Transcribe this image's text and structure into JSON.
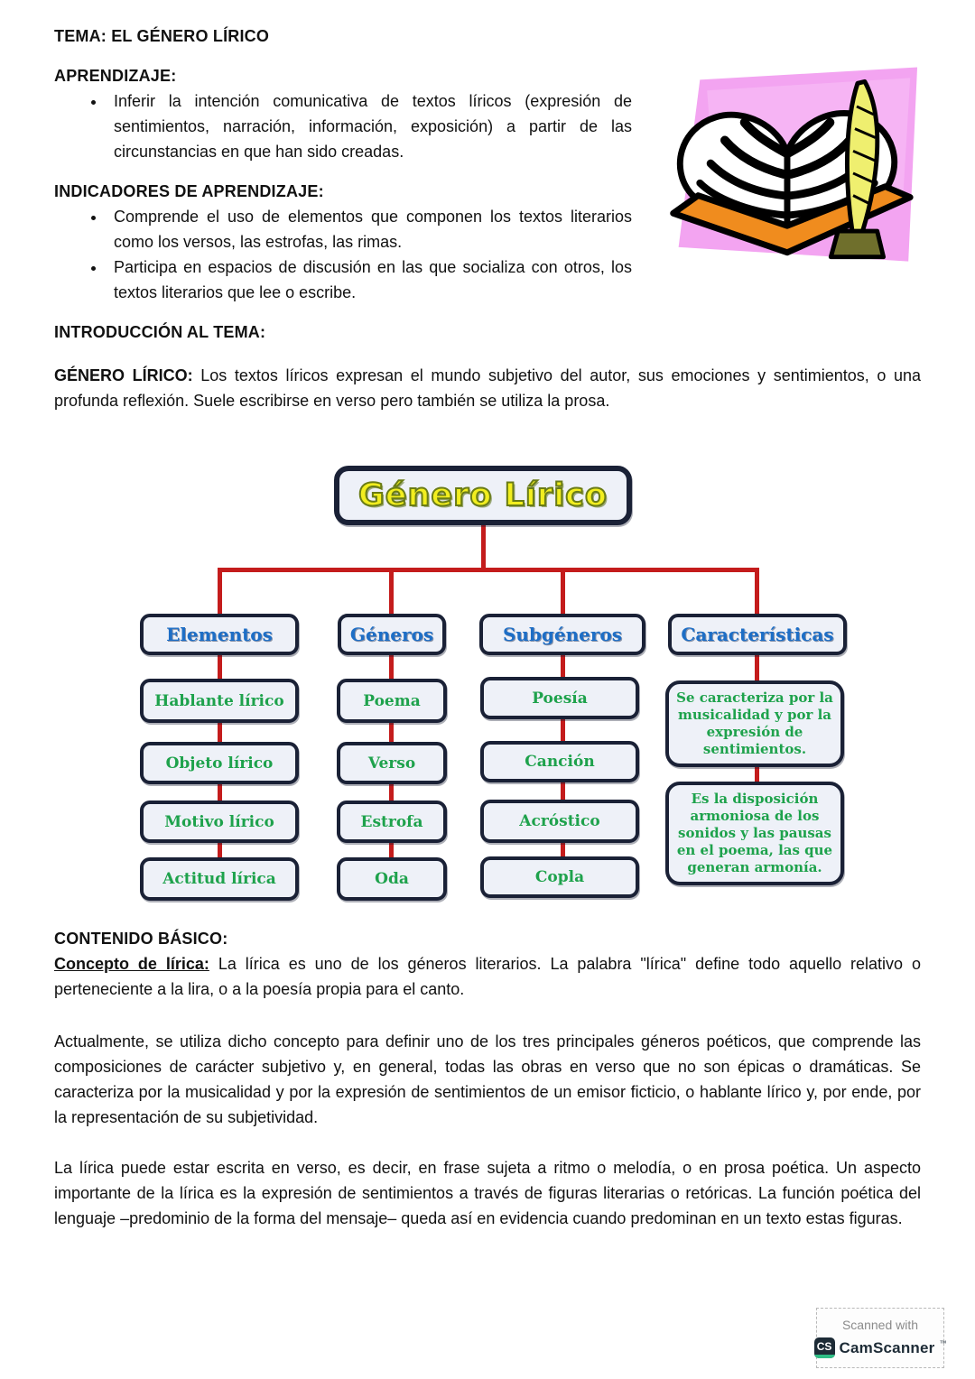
{
  "document": {
    "title": "TEMA: EL GÉNERO LÍRICO",
    "sections": {
      "aprendizaje": {
        "heading": "APRENDIZAJE:",
        "bullets": [
          "Inferir la intención comunicativa de textos líricos (expresión de sentimientos, narración, información, exposición) a partir de las circunstancias en que han sido creadas."
        ]
      },
      "indicadores": {
        "heading": "INDICADORES DE APRENDIZAJE:",
        "bullets": [
          "Comprende el uso de elementos que componen los textos literarios como los versos, las estrofas, las rimas.",
          "Participa en espacios de discusión en las que socializa con otros, los textos literarios que lee o escribe."
        ]
      },
      "introduccion": {
        "heading": "INTRODUCCIÓN AL TEMA:",
        "term": "GÉNERO LÍRICO:",
        "text": "Los textos líricos expresan el mundo subjetivo del autor, sus emociones y sentimientos, o una profunda reflexión. Suele escribirse en verso pero también se utiliza la prosa."
      },
      "contenido": {
        "heading": "CONTENIDO BÁSICO:",
        "concept_label": "Concepto de lírica:",
        "concept_text": "La lírica es uno de los géneros literarios.  La palabra \"lírica\" define todo aquello relativo o perteneciente a la lira, o a la poesía propia para el canto.",
        "paragraph2": "Actualmente, se utiliza dicho concepto para definir uno de los tres principales géneros poéticos, que comprende las composiciones de carácter subjetivo y, en general, todas las obras en verso que no son épicas o dramáticas. Se caracteriza por la musicalidad y por la expresión de sentimientos de un emisor ficticio, o hablante lírico y, por ende, por la representación de su subjetividad.",
        "paragraph3": "La lírica puede estar escrita en verso, es decir, en frase sujeta a ritmo o melodía, o en prosa poética. Un aspecto importante de la lírica es la expresión de sentimientos a través de figuras literarias o retóricas. La función poética del lenguaje –predominio de la forma del mensaje– queda así en evidencia cuando predominan en un texto estas figuras."
      }
    }
  },
  "diagram": {
    "root": "Género Lírico",
    "columns": [
      {
        "label": "Elementos",
        "items": [
          "Hablante lírico",
          "Objeto lírico",
          "Motivo lírico",
          "Actitud lírica"
        ]
      },
      {
        "label": "Géneros",
        "items": [
          "Poema",
          "Verso",
          "Estrofa",
          "Oda"
        ]
      },
      {
        "label": "Subgéneros",
        "items": [
          "Poesía",
          "Canción",
          "Acróstico",
          "Copla"
        ]
      },
      {
        "label": "Características",
        "items": [
          "Se caracteriza por la musicalidad y por la expresión de sentimientos.",
          "Es la disposición armoniosa de los sonidos y las pausas en el poema, las que generan armonía."
        ]
      }
    ],
    "colors": {
      "connector_red": "#c41c1c",
      "box_border_navy": "#1a2136",
      "box_fill": "#eef1f8",
      "category_blue": "#1d6ec6",
      "item_green": "#1ea24c",
      "root_yellow": "#f2ee1f"
    }
  },
  "illustration": {
    "name": "open-book-with-quill-clipart",
    "background_pink": "#f3a4f1",
    "cover_orange": "#f08c1e",
    "quill_yellow": "#efef6f"
  },
  "footer": {
    "scanned_with": "Scanned with",
    "badge_initials": "CS",
    "brand": "CamScanner",
    "tm": "™"
  }
}
